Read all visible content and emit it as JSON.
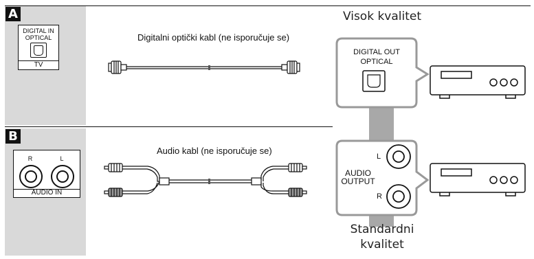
{
  "section_a": {
    "tag": "A",
    "tv_port_label_1": "DIGITAL IN",
    "tv_port_label_2": "OPTICAL",
    "tv_label": "TV",
    "cable_label": "Digitalni optički kabl (ne isporučuje se)"
  },
  "section_b": {
    "tag": "B",
    "port_r": "R",
    "port_l": "L",
    "audio_in_label": "AUDIO IN",
    "cable_label": "Audio kabl (ne isporučuje se)"
  },
  "device_a": {
    "label_1": "DIGITAL OUT",
    "label_2": "OPTICAL"
  },
  "device_b": {
    "port_l": "L",
    "port_r": "R",
    "label_1": "AUDIO",
    "label_2": "OUTPUT"
  },
  "quality": {
    "high": "Visok kvalitet",
    "standard_1": "Standardni",
    "standard_2": "kvalitet"
  },
  "colors": {
    "panel_gray": "#d9d9d9",
    "bar_gray": "#a8a8a8",
    "line": "#111111"
  }
}
